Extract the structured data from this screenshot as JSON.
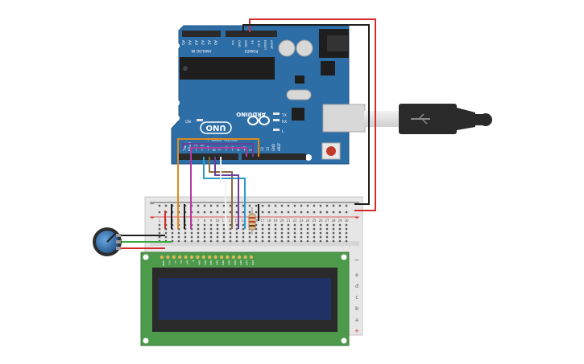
{
  "arduino": {
    "brand": "ARDUINO",
    "model": "UNO",
    "on_label": "ON",
    "power_header": "POWER",
    "analog_header": "ANALOG IN",
    "digital_header": "DIGITAL (PWM~)",
    "tx_label": "TX",
    "rx_label": "RX",
    "l_label": "L",
    "tx_pin": "TX▸ 1",
    "rx_pin": "RX◂ 0",
    "aref": "AREF",
    "gnd": "GND",
    "pin13": "13",
    "pin12": "12",
    "analog_pins": [
      "A0",
      "A1",
      "A2",
      "A3",
      "A4",
      "A5"
    ],
    "power_pins": [
      "IOREF",
      "RESET",
      "3.3V",
      "5V",
      "GND",
      "GND",
      "Vin"
    ],
    "digital_pins": [
      "~11",
      "~10",
      "~9",
      "8",
      "7",
      "~6",
      "~5",
      "4",
      "~3",
      "2"
    ]
  },
  "breadboard": {
    "top_numbers": [
      "1",
      "2",
      "3",
      "4",
      "5",
      "6",
      "7",
      "8",
      "9",
      "10",
      "11",
      "12",
      "13",
      "14",
      "15",
      "16",
      "17",
      "18",
      "19",
      "20",
      "21",
      "22",
      "23",
      "24",
      "25",
      "26",
      "27",
      "28",
      "29",
      "30"
    ],
    "row_letters": [
      "a",
      "b",
      "c",
      "d",
      "e"
    ],
    "plus": "+",
    "minus": "−"
  },
  "lcd": {
    "pin_labels": [
      "GND",
      "VCC",
      "V0",
      "RS",
      "RW",
      "E",
      "DB0",
      "DB1",
      "DB2",
      "DB3",
      "DB4",
      "DB5",
      "DB6",
      "DB7",
      "LED",
      "LED"
    ]
  },
  "colors": {
    "board_blue": "#2e6ea6",
    "breadboard": "#e6e6e6",
    "lcd_pcb": "#4d9a4b",
    "lcd_screen": "#1f3265",
    "wire_red": "#d42a2a",
    "wire_black": "#1e1e1e",
    "wire_orange": "#e08a1e",
    "wire_magenta": "#b53a9e",
    "wire_cyan": "#2a9ccc",
    "wire_brown": "#8b6a42",
    "wire_green": "#3aa83a",
    "wire_purple": "#6b3f9a"
  }
}
